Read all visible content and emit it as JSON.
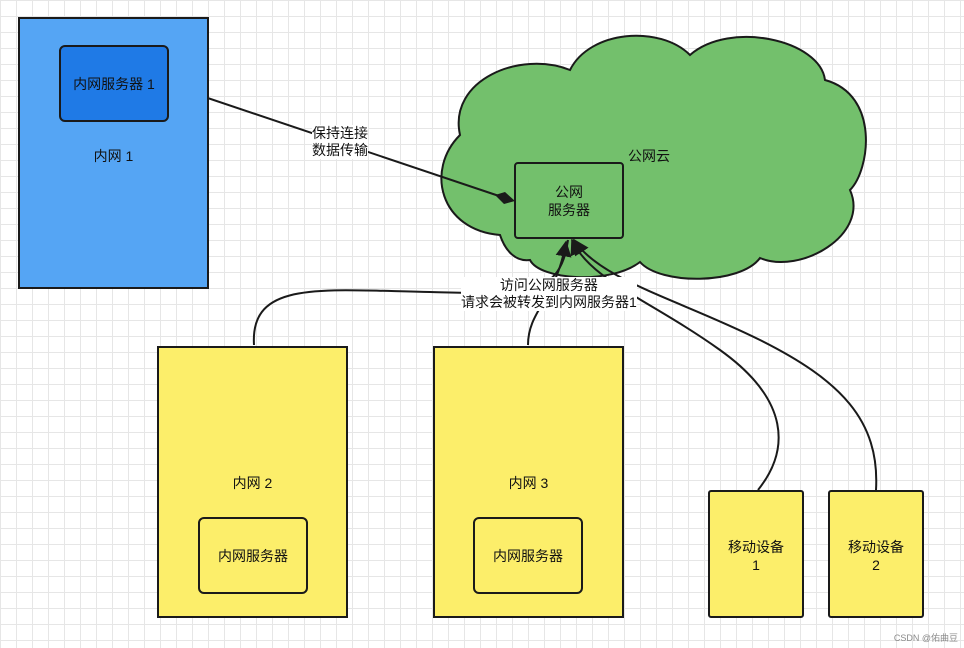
{
  "nodes": {
    "intranet1": {
      "label": "内网 1",
      "server": "内网服务器 1"
    },
    "cloud": {
      "label": "公网云",
      "server": "公网\n服务器"
    },
    "intranet2": {
      "label": "内网 2",
      "server": "内网服务器"
    },
    "intranet3": {
      "label": "内网 3",
      "server": "内网服务器"
    },
    "mobile1": {
      "label": "移动设备\n1"
    },
    "mobile2": {
      "label": "移动设备\n2"
    }
  },
  "edges": {
    "keepalive": {
      "label_line1": "保持连接",
      "label_line2": "数据传输"
    },
    "access": {
      "label_line1": "访问公网服务器",
      "label_line2": "请求会被转发到内网服务器1"
    }
  },
  "colors": {
    "intranet1_fill": "#55a5f4",
    "intranet1_server_fill": "#1f7ae6",
    "cloud_fill": "#73c06c",
    "yellow_fill": "#fcee6a",
    "stroke": "#1a1a1a"
  },
  "watermark": "CSDN @佑曲豆"
}
